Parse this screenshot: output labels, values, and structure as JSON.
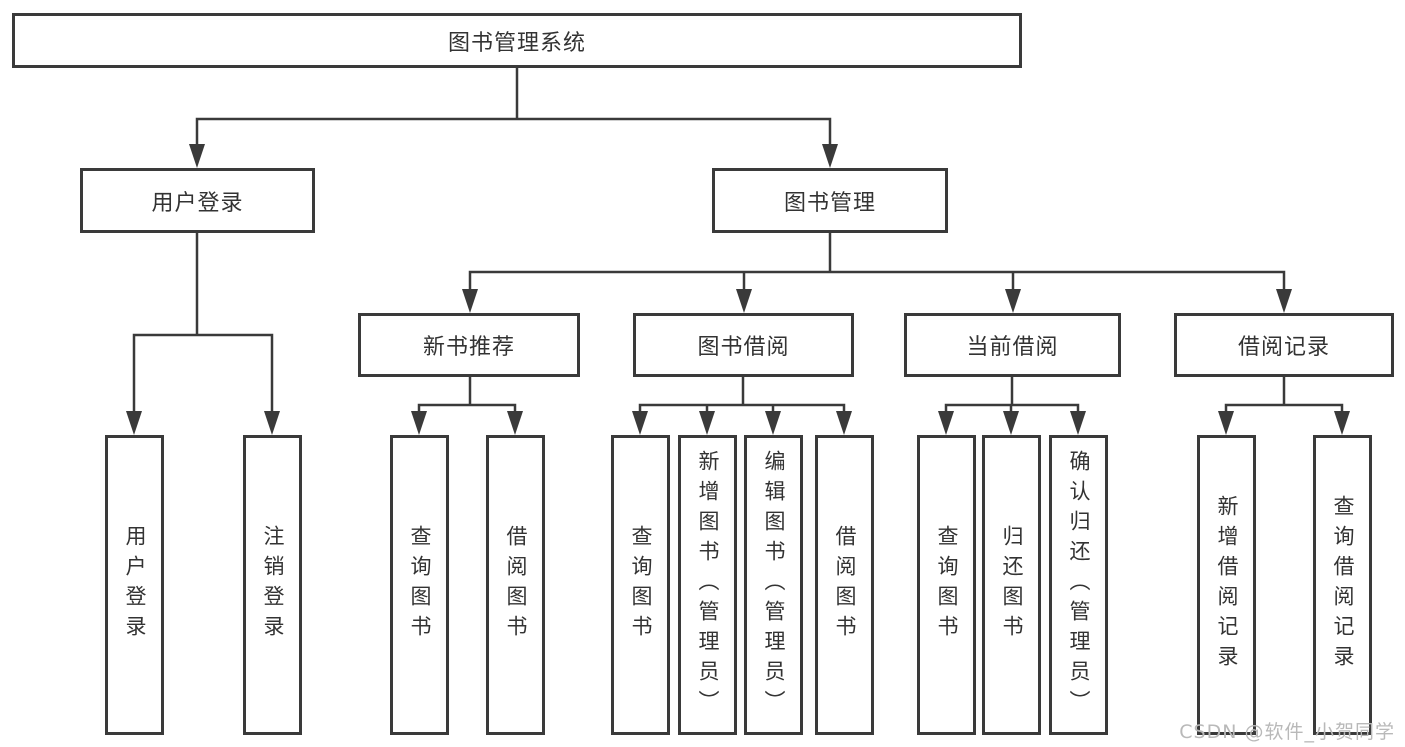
{
  "nodes": {
    "root": "图书管理系统",
    "level2": [
      {
        "label": "用户登录"
      },
      {
        "label": "图书管理"
      }
    ],
    "level3": [
      {
        "label": "新书推荐"
      },
      {
        "label": "图书借阅"
      },
      {
        "label": "当前借阅"
      },
      {
        "label": "借阅记录"
      }
    ],
    "leaves": {
      "login": [
        {
          "label": "用户登录"
        },
        {
          "label": "注销登录"
        }
      ],
      "new_book": [
        {
          "label": "查询图书"
        },
        {
          "label": "借阅图书"
        }
      ],
      "borrow": [
        {
          "label": "查询图书"
        },
        {
          "label": "新增图书（管理员）"
        },
        {
          "label": "编辑图书（管理员）"
        },
        {
          "label": "借阅图书"
        }
      ],
      "current": [
        {
          "label": "查询图书"
        },
        {
          "label": "归还图书"
        },
        {
          "label": "确认归还（管理员）"
        }
      ],
      "record": [
        {
          "label": "新增借阅记录"
        },
        {
          "label": "查询借阅记录"
        }
      ]
    }
  },
  "watermark": "CSDN @软件_小贺同学",
  "colors": {
    "line": "#3a3a3a",
    "text": "#333333",
    "background": "#ffffff",
    "watermark": "#b9b9b9"
  }
}
